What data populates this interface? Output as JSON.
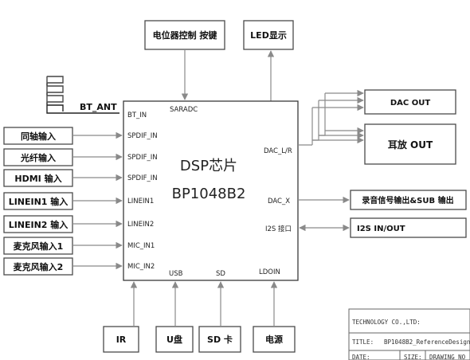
{
  "top_inputs": {
    "potentiometer": "电位器控制 按键",
    "led": "LED显示"
  },
  "antenna": {
    "label": "BT_ANT"
  },
  "left_inputs": [
    "同轴输入",
    "光纤输入",
    "HDMI 输入",
    "LINEIN1 输入",
    "LINEIN2 输入",
    "麦克风输入1",
    "麦克风输入2"
  ],
  "chip": {
    "name_line1": "DSP芯片",
    "name_line2": "BP1048B2",
    "pins": {
      "bt_in": "BT_IN",
      "saradc": "SARADC",
      "spdif1": "SPDIF_IN",
      "spdif2": "SPDIF_IN",
      "spdif3": "SPDIF_IN",
      "linein1": "LINEIN1",
      "linein2": "LINEIN2",
      "mic1": "MIC_IN1",
      "mic2": "MIC_IN2",
      "dac_lr": "DAC_L/R",
      "dac_x": "DAC_X",
      "i2s": "I2S 接口",
      "usb": "USB",
      "sd": "SD",
      "ldoin": "LDOIN"
    }
  },
  "right_outputs": {
    "dac_out": "DAC OUT",
    "earphone": "耳放 OUT",
    "record": "录音信号输出&SUB 输出",
    "i2s": "I2S IN/OUT"
  },
  "bottom_inputs": [
    "IR",
    "U盘",
    "SD 卡",
    "电源"
  ],
  "title_block": {
    "company": "TECHNOLOGY CO.,LTD:",
    "title_label": "TITLE:",
    "title_value": "BP1048B2_ReferenceDesign",
    "date_label": "DATE:",
    "size_label": "SIZE:",
    "drawing_label": "DRAWING NO"
  }
}
